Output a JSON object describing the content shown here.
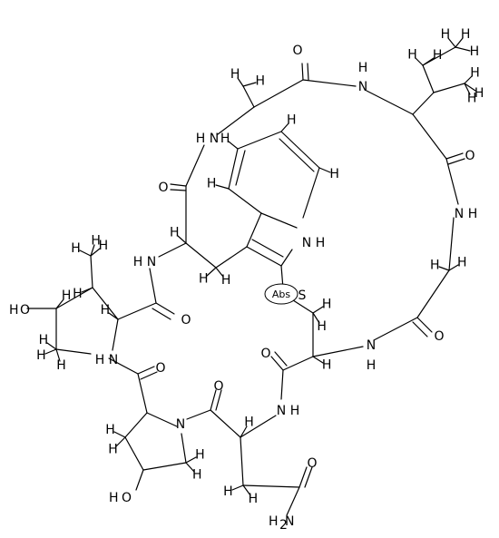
{
  "atom_labels": {
    "o1": "O",
    "n1": "N",
    "h_n1": "H",
    "o2": "O",
    "n2": "N",
    "h_n2": "H",
    "o3": "O",
    "n3": "N",
    "h_n3": "H",
    "o4": "O",
    "o5": "O",
    "n4": "N",
    "h_n4": "H",
    "o6": "O",
    "n5": "N",
    "h_n5": "H",
    "o7": "O",
    "n6": "N",
    "h_n6": "H",
    "s1": "S",
    "o8": "O",
    "n7": "N",
    "h_ho1": "H",
    "o_ho1": "O",
    "h_ho2": "H",
    "o_ho2": "O",
    "o9": "O",
    "n_nh2": "N",
    "h2": "H"
  },
  "stereo_label": "Abs",
  "hydrogen_stub_glyph": "H",
  "subscript_two": "2"
}
